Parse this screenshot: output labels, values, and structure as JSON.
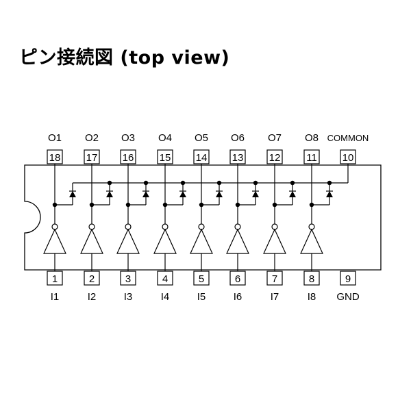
{
  "title": "ピン接続図 (top view)",
  "top_pins": [
    {
      "name": "O1",
      "number": "18"
    },
    {
      "name": "O2",
      "number": "17"
    },
    {
      "name": "O3",
      "number": "16"
    },
    {
      "name": "O4",
      "number": "15"
    },
    {
      "name": "O5",
      "number": "14"
    },
    {
      "name": "O6",
      "number": "13"
    },
    {
      "name": "O7",
      "number": "12"
    },
    {
      "name": "O8",
      "number": "11"
    },
    {
      "name": "COMMON",
      "number": "10"
    }
  ],
  "bottom_pins": [
    {
      "name": "I1",
      "number": "1"
    },
    {
      "name": "I2",
      "number": "2"
    },
    {
      "name": "I3",
      "number": "3"
    },
    {
      "name": "I4",
      "number": "4"
    },
    {
      "name": "I5",
      "number": "5"
    },
    {
      "name": "I6",
      "number": "6"
    },
    {
      "name": "I7",
      "number": "7"
    },
    {
      "name": "I8",
      "number": "8"
    },
    {
      "name": "GND",
      "number": "9"
    }
  ],
  "colors": {
    "stroke": "#000000",
    "background": "#ffffff"
  }
}
